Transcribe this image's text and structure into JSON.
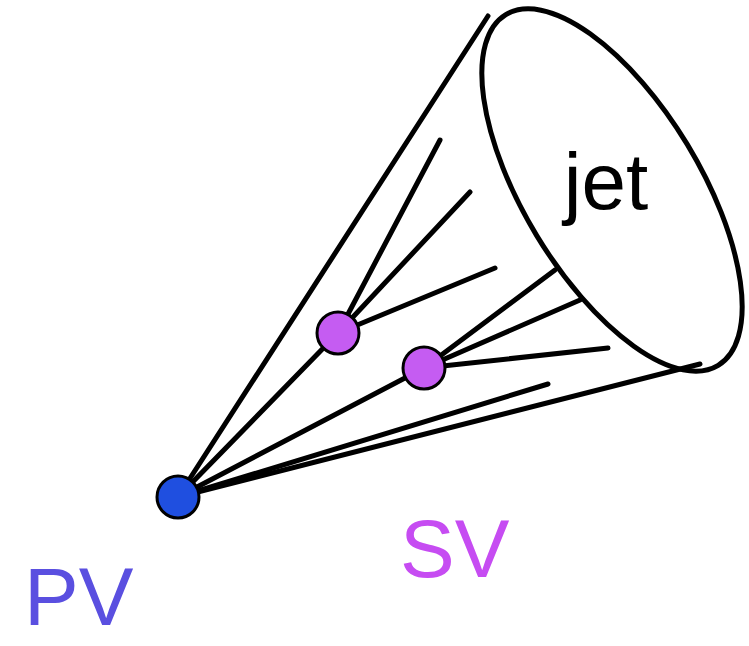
{
  "diagram": {
    "labels": [
      "jet",
      "SV",
      "PV"
    ]
  }
}
